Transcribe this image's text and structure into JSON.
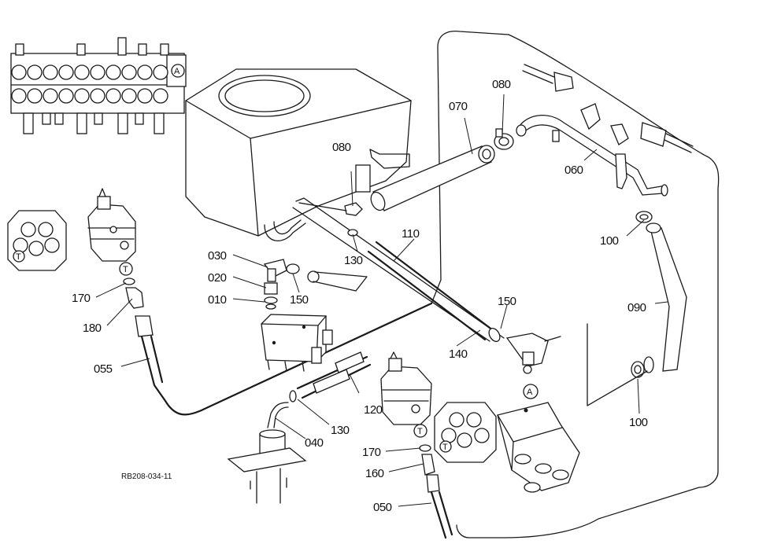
{
  "drawing_ref": "RB208-034-11",
  "parts": {
    "p010": "010",
    "p020": "020",
    "p030": "030",
    "p040": "040",
    "p050": "050",
    "p055": "055",
    "p060": "060",
    "p070": "070",
    "p080": "080",
    "p090": "090",
    "p100": "100",
    "p110": "110",
    "p120": "120",
    "p130": "130",
    "p140": "140",
    "p150": "150",
    "p160": "160",
    "p170": "170",
    "p180": "180"
  },
  "markers": {
    "a": "A",
    "t": "T"
  }
}
